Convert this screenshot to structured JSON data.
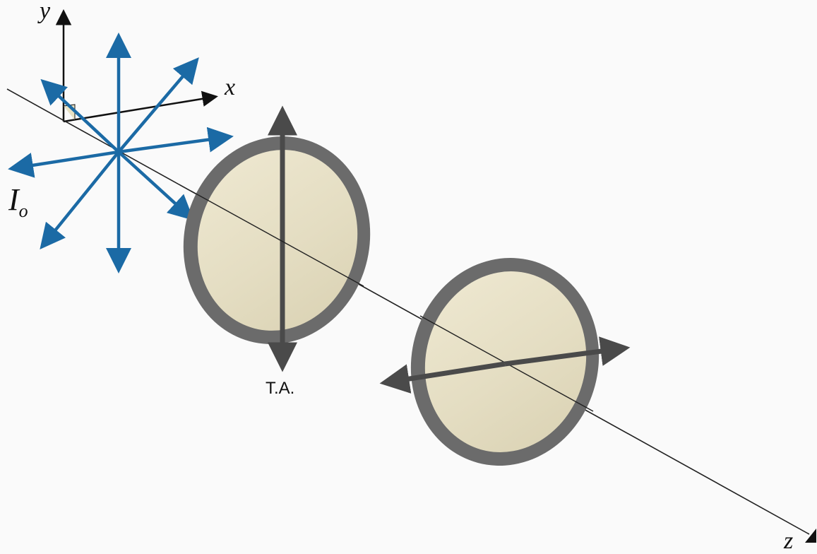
{
  "axes": {
    "x_label": "x",
    "y_label": "y",
    "z_label": "z"
  },
  "intensity_label": {
    "main": "I",
    "subscript": "o"
  },
  "polarizer_1": {
    "label": "T.A.",
    "axis_orientation": "vertical"
  },
  "polarizer_2": {
    "axis_orientation": "horizontal"
  },
  "colors": {
    "unpolarized_light": "#1b6aa5",
    "transmission_axis": "#4a4a4a",
    "polarizer_rim": "#6b6b6b",
    "polarizer_face": "#e6e0c8",
    "propagation_axis": "#222222",
    "background": "#fafafa"
  }
}
